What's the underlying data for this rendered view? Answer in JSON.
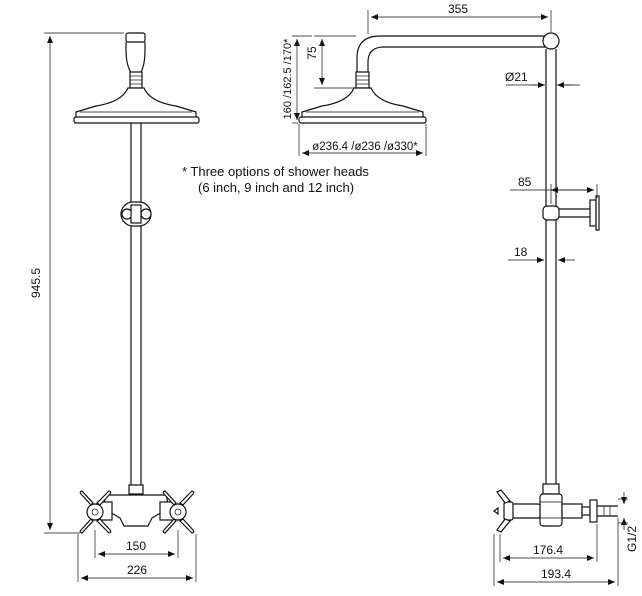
{
  "front_view": {
    "height_label": "945.5",
    "valve_centers_label": "150",
    "overall_width_label": "226"
  },
  "side_view": {
    "arm_projection_label": "355",
    "head_drop_label": "75",
    "head_heights_label": "160 /162.5 /170*",
    "head_diameters_label": "ø236.4 /ø236 /ø330*",
    "riser_diameter_label": "Ø21",
    "bracket_offset_label": "85",
    "riser_offset_label": "18",
    "valve_depth_label": "176.4",
    "overall_depth_label": "193.4",
    "inlet_thread_label": "G1/2"
  },
  "notes": {
    "line1": "* Three options of shower heads",
    "line2": "(6 inch, 9 inch and 12 inch)"
  }
}
